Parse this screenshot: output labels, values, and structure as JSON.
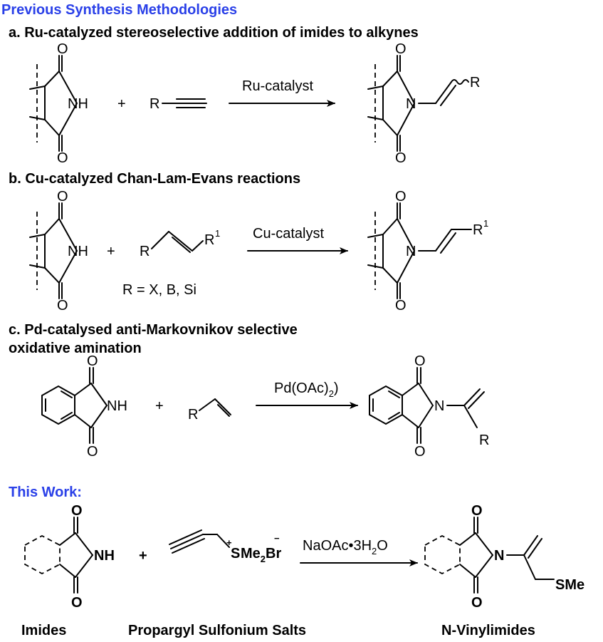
{
  "header": {
    "title": "Previous Synthesis Methodologies",
    "title_color": "#2a40e8"
  },
  "sections": {
    "a": {
      "title": "a. Ru-catalyzed stereoselective addition of imides to alkynes",
      "reagent": "Ru-catalyst"
    },
    "b": {
      "title": "b. Cu-catalyzed Chan-Lam-Evans reactions",
      "reagent": "Cu-catalyst",
      "note": "R = X, B, Si",
      "superscript": "1"
    },
    "c": {
      "title_line1": "c. Pd-catalysed anti-Markovnikov selective",
      "title_line2": "oxidative amination",
      "reagent": "Pd(OAc)",
      "reagent_sub": "2"
    }
  },
  "this_work": {
    "title": "This Work:",
    "reagent": "NaOAc•3H",
    "reagent_sub": "2",
    "reagent_tail": "O",
    "labels": {
      "imides": "Imides",
      "salts": "Propargyl Sulfonium Salts",
      "product": "N-Vinylimides"
    }
  },
  "atoms": {
    "O": "O",
    "NH": "NH",
    "N": "N",
    "R": "R",
    "plus": "+",
    "S": "S",
    "Me2Br_me": "Me",
    "Me2Br_sub": "2",
    "Me2Br_br": "Br",
    "plus_charge": "+",
    "minus_charge": "−",
    "SMe": "SMe"
  }
}
